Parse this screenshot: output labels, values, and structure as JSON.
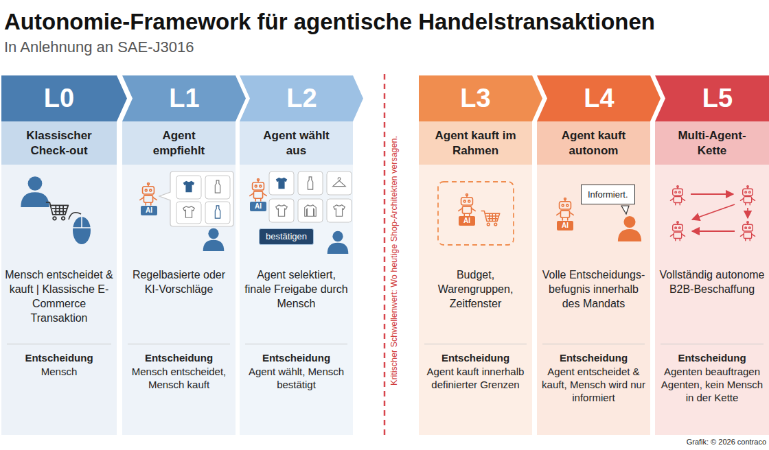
{
  "diagram": {
    "title": "Autonomie-Framework für agentische Handelstransaktionen",
    "caption": "Grafik: © 2026 contraco",
    "nodes": [
      {
        "text": [
          "L0"
        ]
      },
      {
        "text": [
          "Klassischer Check-out"
        ]
      },
      {
        "text": [
          "Mensch entscheidet & kauft | Klassische E-Commerce Transaktion",
          "Entscheidung",
          "Mensch"
        ]
      },
      {
        "text": [
          "L1"
        ]
      },
      {
        "text": [
          "Agent empfiehlt"
        ]
      },
      {
        "text": [
          "Regelbasierte oder KI-Vorschläge",
          "Entscheidung",
          "Mensch entscheidet, Mensch kauft"
        ]
      },
      {
        "text": [
          "L2"
        ]
      },
      {
        "text": [
          "Agent wählt aus"
        ]
      },
      {
        "text": [
          "Agent selektiert, finale Freigabe durch Mensch",
          "Entscheidung",
          "Agent wählt, Mensch bestätigt"
        ]
      },
      {
        "text": [
          "bestätigen"
        ],
        "in": 8
      },
      {
        "text": [
          "L3"
        ]
      },
      {
        "text": [
          "Agent kauft im Rahmen"
        ]
      },
      {
        "text": [
          "Budget, Warengruppen, Zeitfenster",
          "Entscheidung",
          "Agent kauft innerhalb definierter Grenzen"
        ]
      },
      {
        "text": [
          "L4"
        ]
      },
      {
        "text": [
          "Agent kauft autonom"
        ]
      },
      {
        "text": [
          "Volle Entscheidungs-befugnis innerhalb des Mandats",
          "Entscheidung",
          "Agent entscheidet & kauft, Mensch wird nur informiert"
        ]
      },
      {
        "text": [
          "Informiert."
        ],
        "in": 15
      },
      {
        "text": [
          "L5"
        ]
      },
      {
        "text": [
          "Multi-Agent-Kette"
        ]
      },
      {
        "text": [
          "Vollständig autonome B2B-Beschaffung",
          "Entscheidung",
          "Agenten beauftragen Agenten, kein Mensch in der Kette"
        ]
      }
    ],
    "labels": [
      "In Anlehnung an SAE-J3016",
      "Kritischer Schwellenwert: Wo heutige Shop-Architekten versagen.",
      "AI",
      "AI",
      "AI",
      "AI"
    ]
  }
}
